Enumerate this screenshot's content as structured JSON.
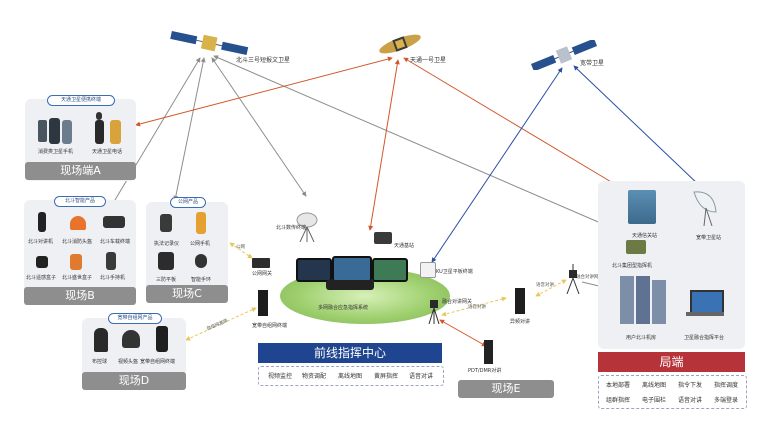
{
  "satellites": {
    "beidou3": "北斗三号短报文卫星",
    "tiantong": "天通一号卫星",
    "broadband": "宽带卫星"
  },
  "site_a": {
    "pill": "天通卫星便携终端",
    "devices": [
      "消费类卫星手机",
      "天通卫星电话"
    ],
    "title": "现场端A"
  },
  "site_b": {
    "pill": "北斗智能产品",
    "devices": [
      "北斗对讲机",
      "北斗消防头盔",
      "北斗车载终端",
      "北斗遥感盒子",
      "北斗盛世盒子",
      "北斗手持机"
    ],
    "title": "现场B"
  },
  "site_c": {
    "pill": "公网产品",
    "devices": [
      "执法记录仪",
      "公网手机",
      "三防平板",
      "智能手环"
    ],
    "title": "现场C"
  },
  "site_d": {
    "pill": "宽带自组网产品",
    "devices": [
      "布控球",
      "视频头盔",
      "宽带自组网终端"
    ],
    "title": "现场D"
  },
  "front_center": {
    "title": "前线指挥中心",
    "functions": [
      "视频监控",
      "物资调配",
      "离线地图",
      "黄屏指挥",
      "语音对讲"
    ],
    "system_label": "多网融合应急指挥系统",
    "devices": {
      "beidou_terminal": "北斗数传终端",
      "tiantong_station": "天通基站",
      "ku_terminal": "KU卫星平板终端",
      "public_gateway": "公网网关",
      "adhoc_gateway": "宽带自组网终端",
      "fusion_gateway": "融合对讲网关"
    }
  },
  "site_e": {
    "title": "现场E",
    "devices": [
      "PDT/DMR对讲",
      "异频对讲"
    ]
  },
  "bureau": {
    "title": "局端",
    "functions": [
      "本地部署",
      "离线地图",
      "指令下发",
      "指挥调度",
      "组群指挥",
      "电子围栏",
      "语音对讲",
      "多端登录"
    ],
    "devices": {
      "tiantong_gateway": "天通信关站",
      "broadband_station": "宽带卫星站",
      "beidou_machine": "北斗集团型指挥机",
      "user_room": "用户北斗机房",
      "platform": "卫星融合指挥平台"
    }
  },
  "links": {
    "public": "公网",
    "adhoc": "自组网宽带",
    "voice_a": "语音对讲",
    "voice_b": "语音对讲",
    "fusion": "融合对讲网关"
  },
  "colors": {
    "orange": "#d2572b",
    "blue": "#2a4fa3",
    "grey": "#8e8e8e",
    "yellow": "#e8c75a"
  }
}
